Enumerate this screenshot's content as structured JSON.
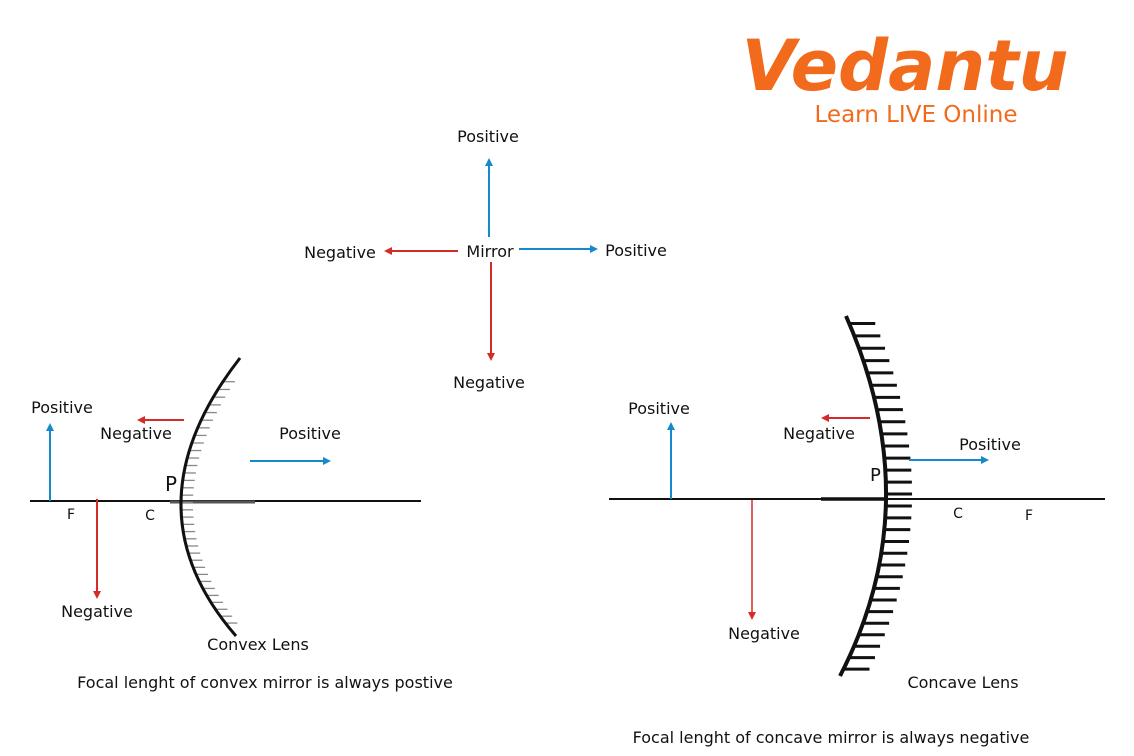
{
  "logo": {
    "brand": "Vedantu",
    "tagline": "Learn LIVE Online",
    "color": "#f26a1b"
  },
  "colors": {
    "positive": "#1589c9",
    "negative": "#d52b26",
    "line": "#111111"
  },
  "center": {
    "mirror": "Mirror",
    "up": "Positive",
    "right": "Positive",
    "left": "Negative",
    "down": "Negative"
  },
  "convex": {
    "up": "Positive",
    "left": "Negative",
    "right": "Positive",
    "down": "Negative",
    "pole": "P",
    "focus": "F",
    "centre": "C",
    "title": "Convex Lens",
    "caption": "Focal lenght of convex mirror is always postive"
  },
  "concave": {
    "up": "Positive",
    "left": "Negative",
    "right": "Positive",
    "down": "Negative",
    "pole": "P",
    "focus": "F",
    "centre": "C",
    "title": "Concave Lens",
    "caption": "Focal lenght of concave mirror is always negative"
  }
}
